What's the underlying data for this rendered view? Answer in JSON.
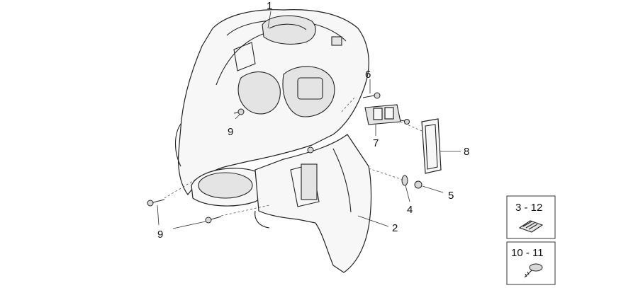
{
  "callouts": {
    "c1": "1",
    "c2": "2",
    "c4": "4",
    "c5": "5",
    "c6": "6",
    "c7": "7",
    "c8": "8",
    "c9a": "9",
    "c9b": "9"
  },
  "inset_boxes": {
    "box_a": {
      "label": "3 - 12"
    },
    "box_b": {
      "label": "10 - 11"
    }
  }
}
